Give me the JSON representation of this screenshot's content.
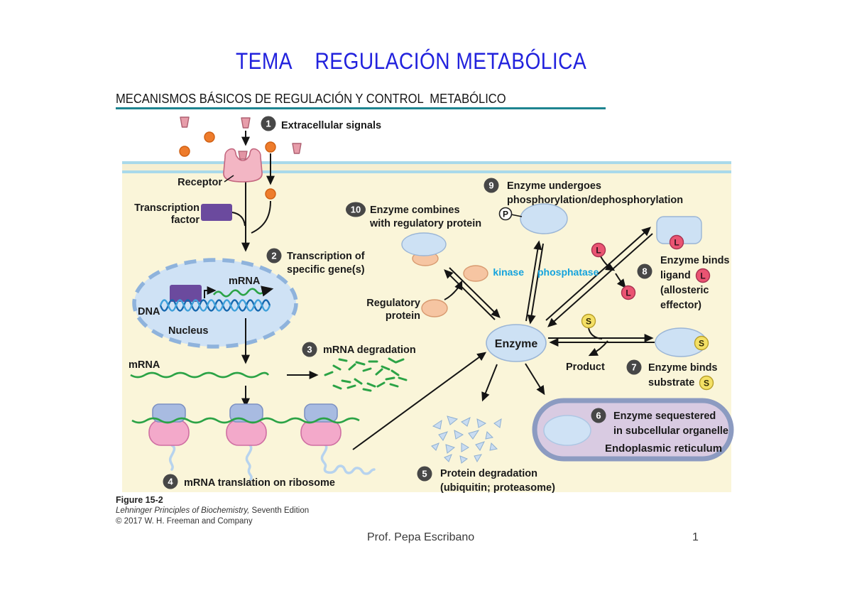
{
  "header": {
    "title": "TEMA    REGULACIÓN METABÓLICA",
    "subtitle": "MECANISMOS BÁSICOS DE REGULACIÓN Y CONTROL  METABÓLICO"
  },
  "figure": {
    "labels": {
      "receptor": "Receptor",
      "transcription_factor_1": "Transcription",
      "transcription_factor_2": "factor",
      "dna": "DNA",
      "nucleus": "Nucleus",
      "mrna_gene": "mRNA",
      "mrna": "mRNA",
      "kinase": "kinase",
      "phosphatase": "phosphatase",
      "regulatory_1": "Regulatory",
      "regulatory_2": "protein",
      "enzyme": "Enzyme",
      "product": "Product",
      "endoplasmic_reticulum": "Endoplasmic reticulum"
    },
    "letters": {
      "phosphate": "P",
      "ligand": "L",
      "substrate": "S"
    },
    "steps": {
      "s1": {
        "num": "1",
        "text": "Extracellular signals"
      },
      "s2": {
        "num": "2",
        "line1": "Transcription of",
        "line2": "specific gene(s)"
      },
      "s3": {
        "num": "3",
        "text": "mRNA degradation"
      },
      "s4": {
        "num": "4",
        "text": "mRNA translation on ribosome"
      },
      "s5": {
        "num": "5",
        "line1": "Protein degradation",
        "line2": "(ubiquitin; proteasome)"
      },
      "s6": {
        "num": "6",
        "line1": "Enzyme sequestered",
        "line2": "in subcellular organelle"
      },
      "s7": {
        "num": "7",
        "line1": "Enzyme binds",
        "line2": "substrate"
      },
      "s8": {
        "num": "8",
        "line1": "Enzyme binds",
        "line2": "ligand",
        "line3": "(allosteric",
        "line4": "effector)"
      },
      "s9": {
        "num": "9",
        "line1": "Enzyme undergoes",
        "line2": "phosphorylation/dephosphorylation"
      },
      "s10": {
        "num": "10",
        "line1": "Enzyme combines",
        "line2": "with regulatory protein"
      }
    }
  },
  "caption": {
    "figure_label": "Figure 15-2",
    "book": "Lehninger Principles of Biochemistry,",
    "edition": " Seventh Edition",
    "copyright": "© 2017 W. H. Freeman and Company"
  },
  "footer": {
    "author": "Prof. Pepa Escribano",
    "page_number": "1"
  },
  "colors": {
    "title_blue": "#2222dd",
    "underline_teal": "#1e8490",
    "panel_yellow": "#faf5d9",
    "membrane_blue": "#a9d9ea",
    "enzyme_blue": "#cde1f4",
    "nucleus_blue": "#cfe2f5",
    "purple": "#6b4a9e",
    "mrna_green": "#2ba346",
    "peach": "#f6c5a2",
    "ligand_red": "#ea5472",
    "substrate_yellow": "#f4e065",
    "er_lavender": "#d9cbe2",
    "badge_gray": "#474747",
    "kinase_cyan": "#14a3dd",
    "ribosome_pink": "#f3a9ca",
    "ribosome_blue": "#a8bbe1",
    "signal_orange": "#ee7c2c"
  }
}
